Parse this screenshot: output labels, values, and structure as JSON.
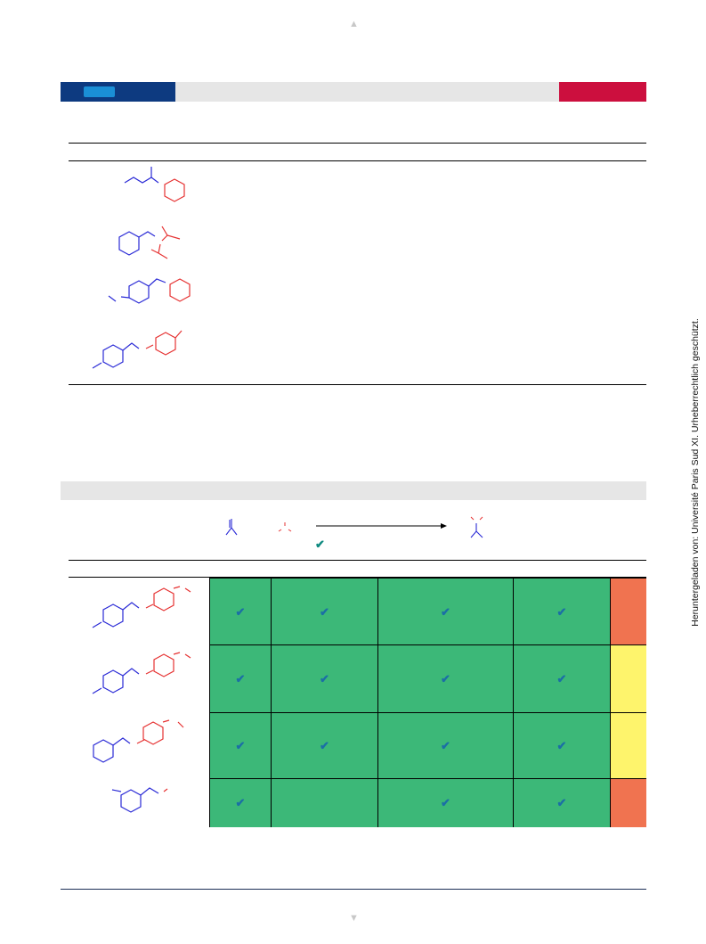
{
  "page": {
    "watermark": "Heruntergeladen von: Université Paris Sud XI. Urheberrechtlich geschützt.",
    "nav_up": "▲",
    "nav_down": "▼"
  },
  "colors": {
    "brand_blue": "#0d3a80",
    "brand_light_blue": "#1a8fd6",
    "brand_red": "#cc0f3e",
    "structure_blue": "#2a2ad6",
    "structure_red": "#e63232",
    "cell_green": "#3cb878",
    "cell_orange": "#f07350",
    "cell_yellow": "#fef46c",
    "check_color": "#1b6fa5",
    "scheme_check": "#0e8a80"
  },
  "scheme": {
    "check": "✔"
  },
  "grid": {
    "rows": [
      {
        "cells": [
          "green",
          "green",
          "green",
          "green",
          "orange"
        ],
        "checks": [
          true,
          true,
          true,
          true,
          false
        ]
      },
      {
        "cells": [
          "green",
          "green",
          "green",
          "green",
          "yellow"
        ],
        "checks": [
          true,
          true,
          true,
          true,
          false
        ]
      },
      {
        "cells": [
          "green",
          "green",
          "green",
          "green",
          "yellow"
        ],
        "checks": [
          true,
          true,
          true,
          true,
          false
        ]
      },
      {
        "cells": [
          "green",
          "green",
          "green",
          "green",
          "orange"
        ],
        "checks": [
          true,
          false,
          true,
          true,
          false
        ]
      }
    ],
    "check_symbol": "✔"
  }
}
